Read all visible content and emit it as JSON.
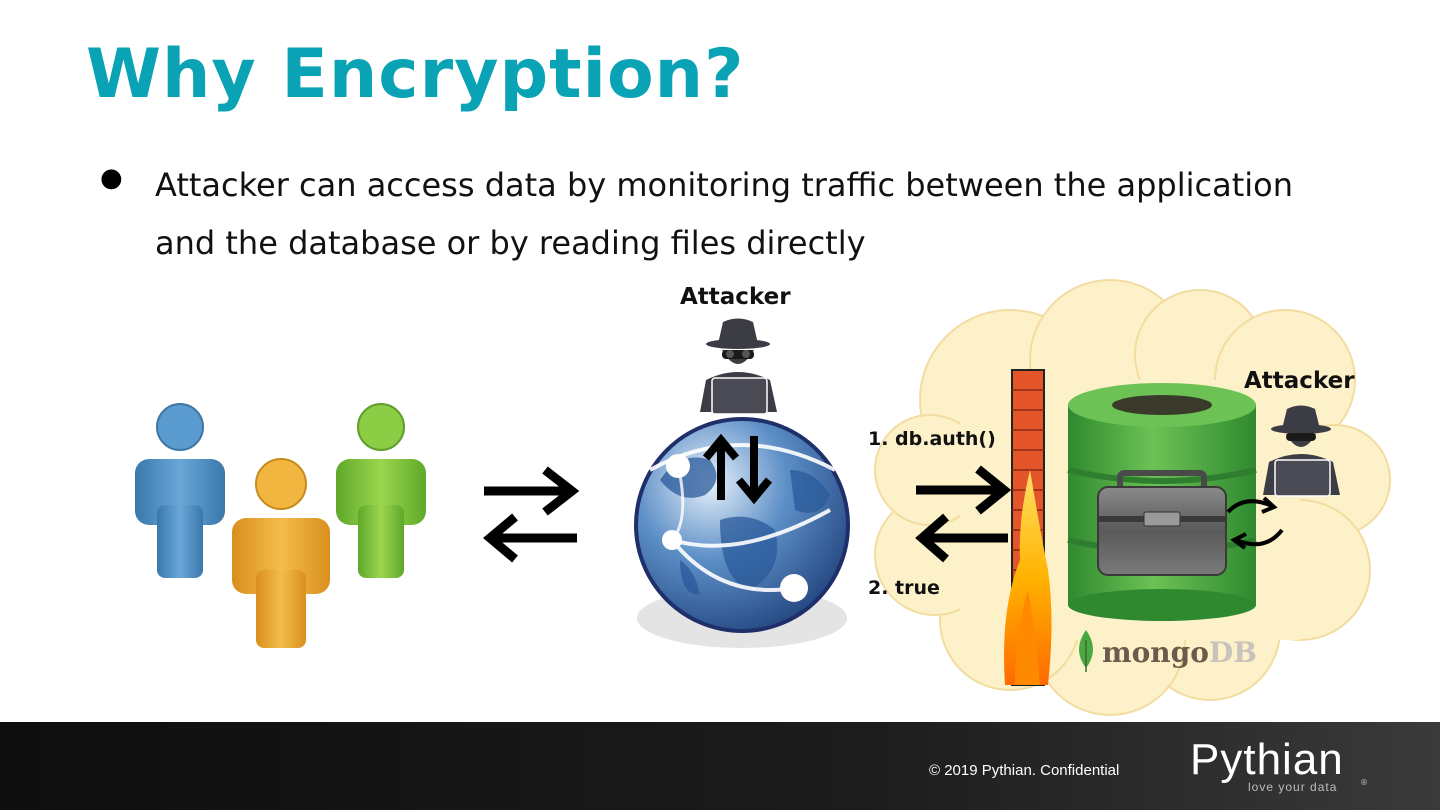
{
  "slide": {
    "title": "Why Encryption?",
    "bullet": "Attacker can access data by monitoring traffic between the application and the database or by reading files directly"
  },
  "diagram": {
    "attacker_top_label": "Attacker",
    "attacker_right_label": "Attacker",
    "request_label": "1. db.auth()",
    "response_label": "2. true",
    "db_logo_text": "mongo",
    "db_logo_suffix": "DB",
    "icons": [
      "users-group-icon",
      "bidirectional-arrows-icon",
      "globe-network-icon",
      "spy-attacker-icon",
      "firewall-icon",
      "database-cylinder-icon",
      "toolbox-icon",
      "mongodb-leaf-icon",
      "cloud-icon"
    ],
    "colors": {
      "title": "#0aa3b5",
      "user_blue": "#4b8fc4",
      "user_orange": "#e9a72e",
      "user_green": "#7dc03a",
      "db_green": "#3f9f3a",
      "cloud_fill": "#fdf1c9"
    }
  },
  "footer": {
    "copyright": "© 2019 Pythian. Confidential",
    "brand": "Pythian",
    "tagline": "love your data",
    "registered": "®"
  }
}
